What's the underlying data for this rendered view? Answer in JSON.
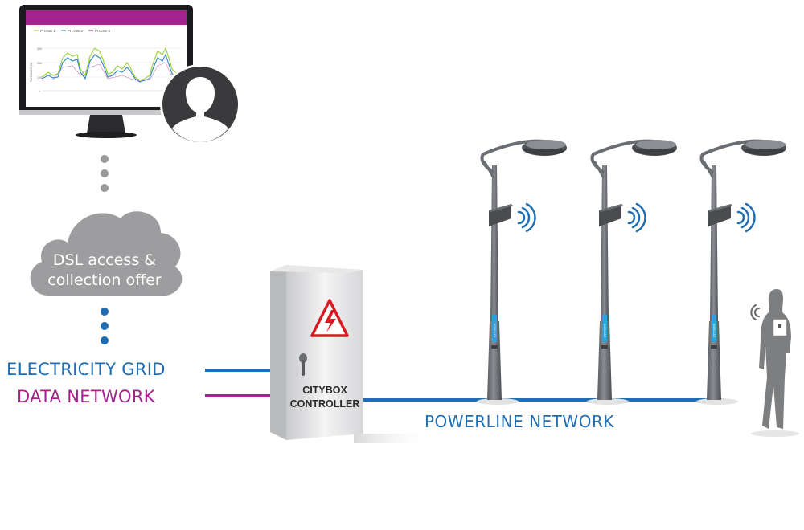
{
  "monitor": {
    "chart": {
      "legend": [
        "PHASE 1",
        "PHASE 2",
        "PHASE 3"
      ],
      "ylabel": "PUISSANCE (W)",
      "yticks": [
        "300",
        "200",
        "100",
        "0"
      ],
      "series_colors": [
        "#9acd32",
        "#2e86c1",
        "#a3238e"
      ]
    },
    "header_color": "#a3238e"
  },
  "cloud": {
    "label_line1": "DSL access &",
    "label_line2": "collection offer"
  },
  "connections": {
    "electricity_grid": {
      "label": "ELECTRICITY GRID",
      "color": "#1f6db3"
    },
    "data_network": {
      "label": "DATA NETWORK",
      "color": "#a3238e"
    },
    "powerline": {
      "label": "POWERLINE NETWORK",
      "color": "#1f6db3"
    }
  },
  "controller": {
    "label_line1": "CITYBOX",
    "label_line2": "CONTROLLER",
    "warning_symbol": "high-voltage-icon"
  },
  "streetlights": [
    {
      "name": "streetlight-1",
      "badge": "CITYBOX"
    },
    {
      "name": "streetlight-2",
      "badge": "CITYBOX"
    },
    {
      "name": "streetlight-3",
      "badge": "CITYBOX"
    }
  ],
  "user_icon": "user-avatar-icon",
  "person_icon": "person-with-tablet-icon"
}
